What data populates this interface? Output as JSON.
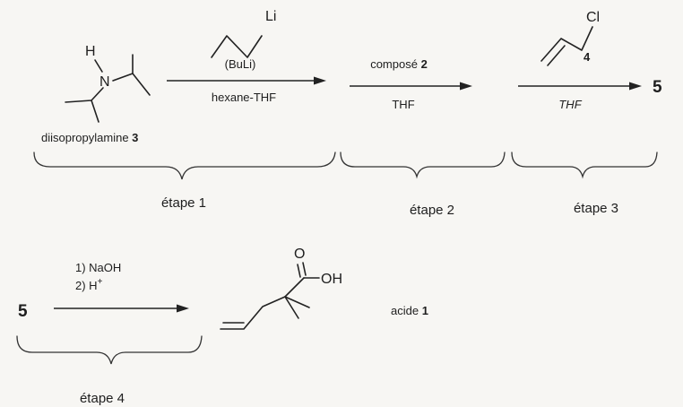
{
  "molecules": {
    "diisopropylamine": {
      "atom_h": "H",
      "atom_n": "N",
      "label_text": "diisopropylamine ",
      "label_number": "3"
    },
    "butyllithium": {
      "atom_li": "Li"
    },
    "allyl_chloride": {
      "atom_cl": "Cl",
      "number": "4"
    },
    "product_acid": {
      "atom_o": "O",
      "atom_oh": "OH",
      "label_text": "acide ",
      "label_number": "1"
    }
  },
  "reagents": {
    "step1_above": "(BuLi)",
    "step1_below": "hexane-THF",
    "step2_above_text": "composé ",
    "step2_above_number": "2",
    "step2_below": "THF",
    "step3_below": "THF",
    "step4_line1": "1) NaOH",
    "step4_line2_text": "2) H",
    "step4_line2_sup": "+"
  },
  "intermediate_5": {
    "after_step3": "5",
    "start_step4": "5"
  },
  "steps": {
    "step1": "étape 1",
    "step2": "étape 2",
    "step3": "étape 3",
    "step4": "étape 4"
  },
  "colors": {
    "ink": "#1e1e1e",
    "paper": "#f7f6f3"
  }
}
